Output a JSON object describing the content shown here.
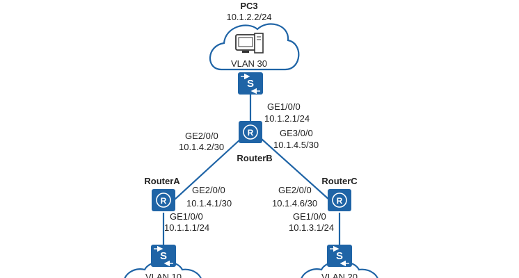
{
  "colors": {
    "device": "#1f64a6",
    "link": "#1f64a6",
    "text": "#222222",
    "background": "#ffffff"
  },
  "pc3": {
    "name": "PC3",
    "ip": "10.1.2.2/24",
    "icon": "pc-icon"
  },
  "vlan30": {
    "label": "VLAN 30"
  },
  "vlan10": {
    "label": "VLAN 10"
  },
  "vlan20": {
    "label": "VLAN 20"
  },
  "switch_glyph": "S",
  "router_glyph": "R",
  "router_b": {
    "name": "RouterB",
    "ge100": {
      "port": "GE1/0/0",
      "ip": "10.1.2.1/24"
    },
    "ge200": {
      "port": "GE2/0/0",
      "ip": "10.1.4.2/30"
    },
    "ge300": {
      "port": "GE3/0/0",
      "ip": "10.1.4.5/30"
    }
  },
  "router_a": {
    "name": "RouterA",
    "ge200": {
      "port": "GE2/0/0",
      "ip": "10.1.4.1/30"
    },
    "ge100": {
      "port": "GE1/0/0",
      "ip": "10.1.1.1/24"
    }
  },
  "router_c": {
    "name": "RouterC",
    "ge200": {
      "port": "GE2/0/0",
      "ip": "10.1.4.6/30"
    },
    "ge100": {
      "port": "GE1/0/0",
      "ip": "10.1.3.1/24"
    }
  }
}
